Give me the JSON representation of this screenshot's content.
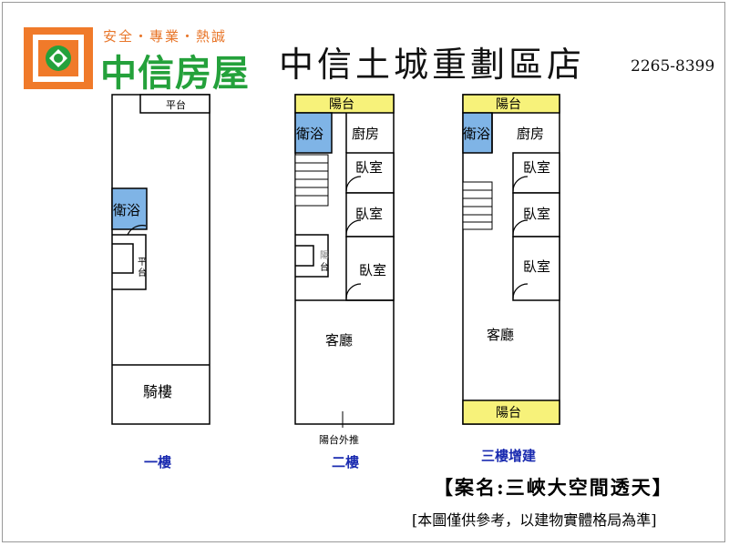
{
  "header": {
    "slogan": "安全・專業・熱誠",
    "brand": "中信房屋",
    "store": "中信土城重劃區店",
    "phone": "2265-8399"
  },
  "floors": {
    "f1": {
      "label": "一樓",
      "rooms": {
        "platform_top": "平台",
        "bath": "衛浴",
        "platform_small_1": "平",
        "platform_small_2": "台",
        "arcade": "騎樓"
      }
    },
    "f2": {
      "label": "二樓",
      "rooms": {
        "balcony": "陽台",
        "bath": "衛浴",
        "kitchen": "廚房",
        "bed1": "臥室",
        "bed2": "臥室",
        "bed3": "臥室",
        "balcony_small_1": "陽",
        "balcony_small_2": "台",
        "living": "客廳"
      },
      "note": "陽台外推"
    },
    "f3": {
      "label": "三樓增建",
      "rooms": {
        "balcony_top": "陽台",
        "bath": "衛浴",
        "kitchen": "廚房",
        "bed1": "臥室",
        "bed2": "臥室",
        "bed3": "臥室",
        "living": "客廳",
        "balcony_bottom": "陽台"
      }
    }
  },
  "footer": {
    "case_name": "【案名:三峽大空間透天】",
    "disclaimer": "[本圖僅供參考，以建物實體格局為準]"
  },
  "colors": {
    "brand_green": "#24a13b",
    "brand_orange": "#f07a2a",
    "balcony_yellow": "#f7f27a",
    "bath_blue": "#7fb4e6",
    "floor_label_blue": "#1a2bb0"
  }
}
